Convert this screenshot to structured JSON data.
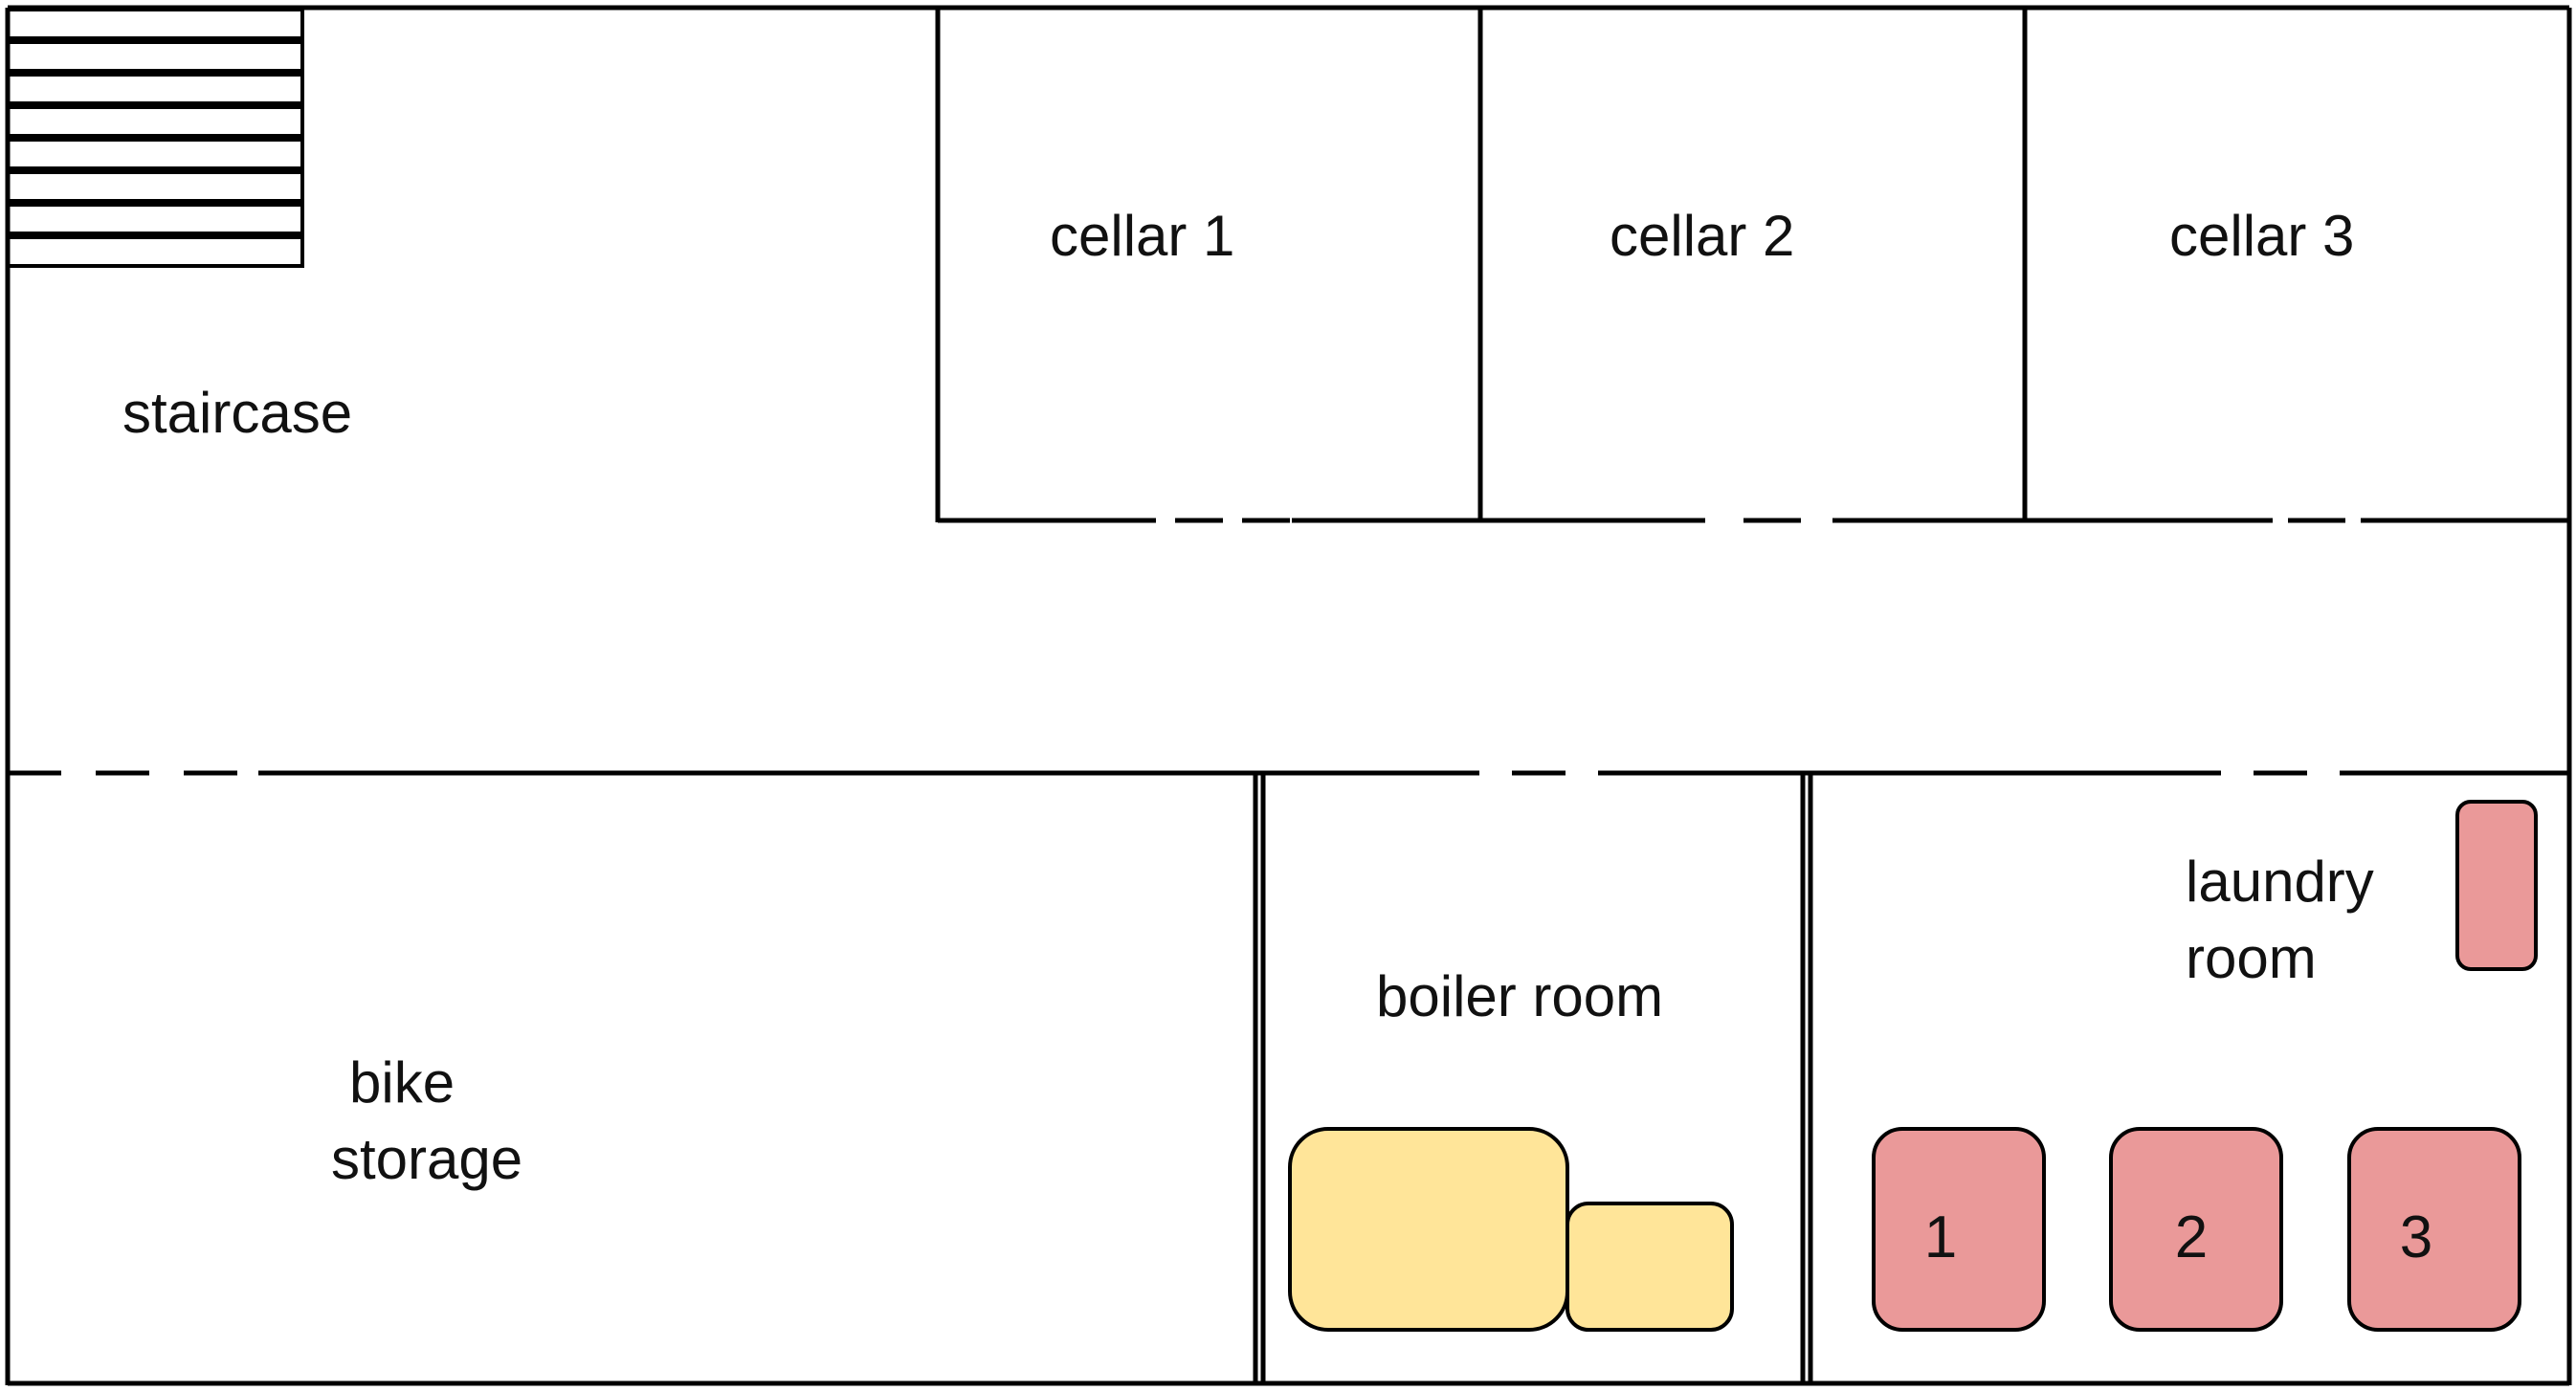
{
  "rooms": {
    "staircase": "staircase",
    "cellar_1": "cellar 1",
    "cellar_2": "cellar 2",
    "cellar_3": "cellar 3",
    "bike_storage_line1": "bike",
    "bike_storage_line2": "storage",
    "boiler_room": "boiler room",
    "laundry_line1": "laundry",
    "laundry_line2": "room"
  },
  "appliances": {
    "washer_1": "1",
    "washer_2": "2",
    "washer_3": "3"
  },
  "colors": {
    "boiler_fill": "#FFE599",
    "washer_fill": "#EA9999"
  }
}
